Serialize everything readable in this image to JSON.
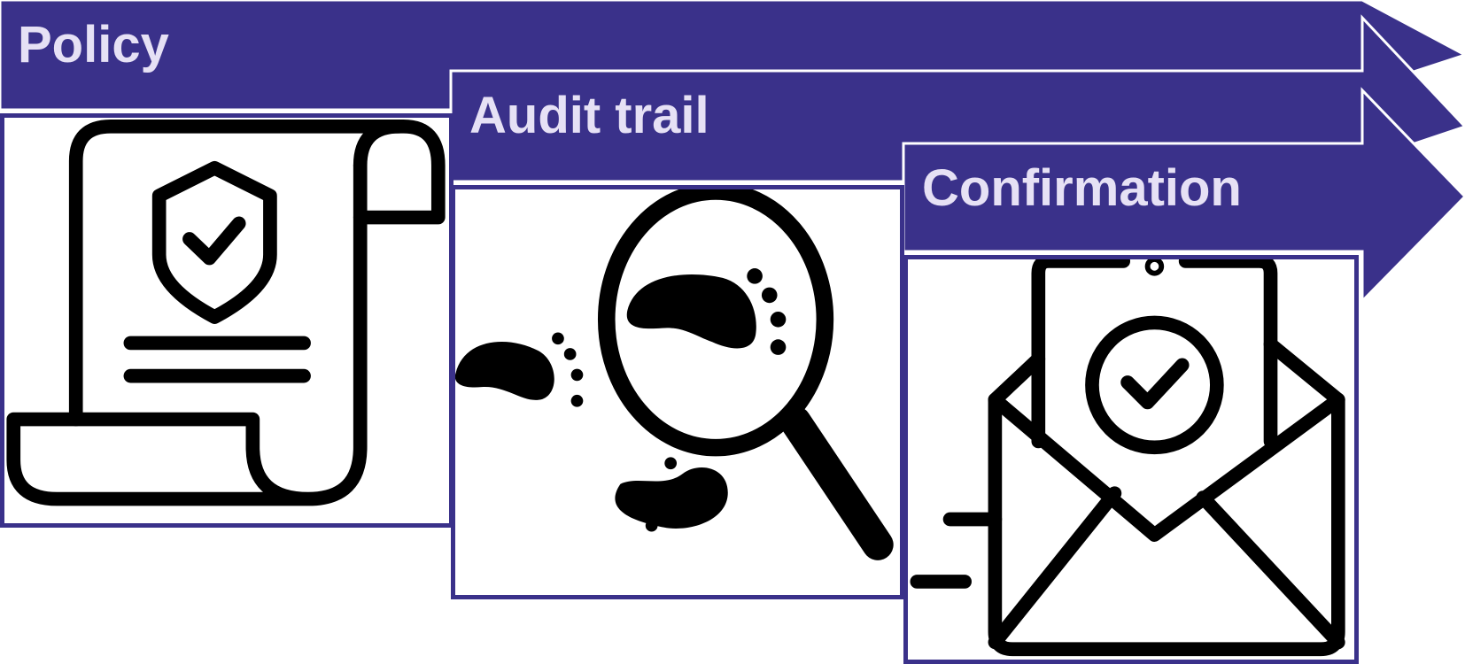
{
  "steps": [
    {
      "label": "Policy",
      "icon": "policy-scroll-icon"
    },
    {
      "label": "Audit trail",
      "icon": "audit-footprints-icon"
    },
    {
      "label": "Confirmation",
      "icon": "confirmation-envelope-icon"
    }
  ],
  "colors": {
    "banner": "#3a318a",
    "banner_text": "#e6e1f5",
    "icon": "#000000",
    "background": "#ffffff"
  }
}
